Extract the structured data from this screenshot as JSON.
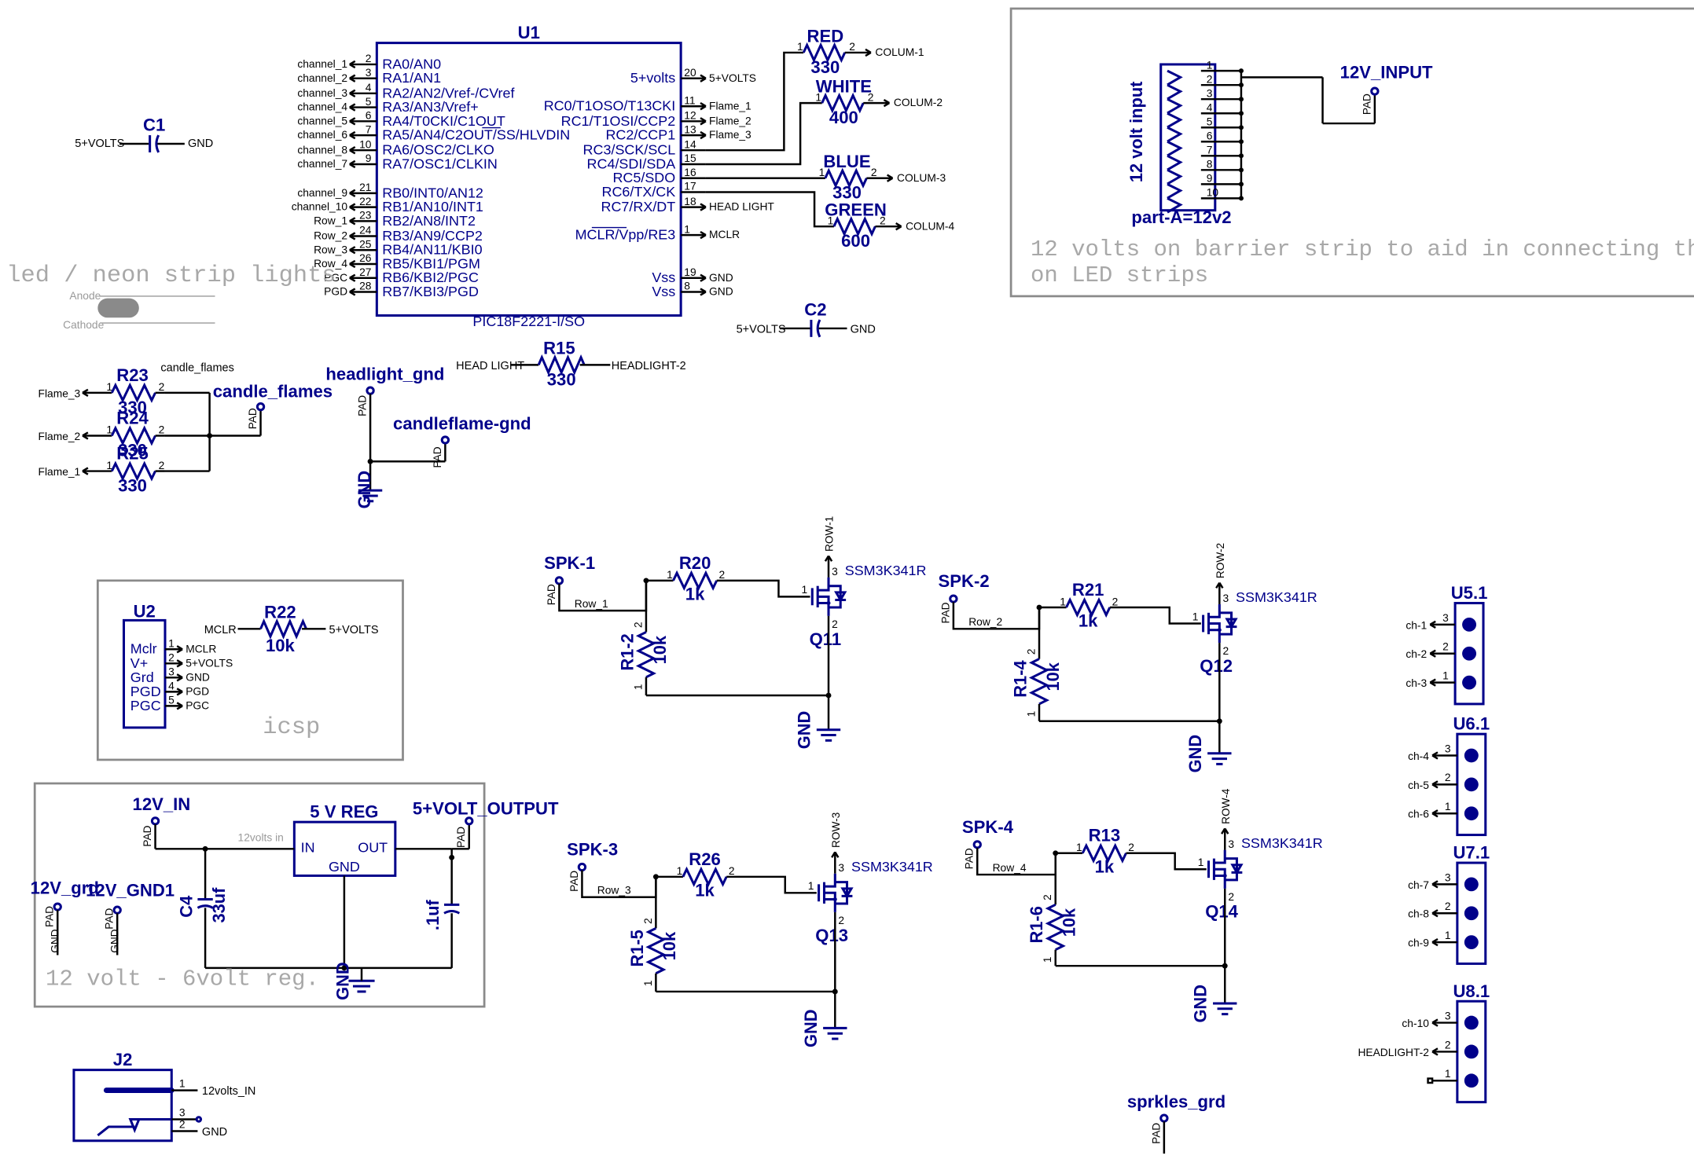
{
  "u1": {
    "ref": "U1",
    "part": "PIC18F2221-I/SO",
    "left_pins": [
      {
        "net": "channel_1",
        "num": "2",
        "fn": "RA0/AN0"
      },
      {
        "net": "channel_2",
        "num": "3",
        "fn": "RA1/AN1"
      },
      {
        "net": "channel_3",
        "num": "4",
        "fn": "RA2/AN2/Vref-/CVref"
      },
      {
        "net": "channel_4",
        "num": "5",
        "fn": "RA3/AN3/Vref+"
      },
      {
        "net": "channel_5",
        "num": "6",
        "fn": "RA4/T0CKI/C1OUT"
      },
      {
        "net": "channel_6",
        "num": "7",
        "fn": "RA5/AN4/C2OUT/SS/HLVDIN"
      },
      {
        "net": "channel_8",
        "num": "10",
        "fn": "RA6/OSC2/CLKO"
      },
      {
        "net": "channel_7",
        "num": "9",
        "fn": "RA7/OSC1/CLKIN"
      },
      {
        "net": "channel_9",
        "num": "21",
        "fn": "RB0/INT0/AN12"
      },
      {
        "net": "channel_10",
        "num": "22",
        "fn": "RB1/AN10/INT1"
      },
      {
        "net": "Row_1",
        "num": "23",
        "fn": "RB2/AN8/INT2"
      },
      {
        "net": "Row_2",
        "num": "24",
        "fn": "RB3/AN9/CCP2"
      },
      {
        "net": "Row_3",
        "num": "25",
        "fn": "RB4/AN11/KBI0"
      },
      {
        "net": "Row_4",
        "num": "26",
        "fn": "RB5/KBI1/PGM"
      },
      {
        "net": "PGC",
        "num": "27",
        "fn": "RB6/KBI2/PGC"
      },
      {
        "net": "PGD",
        "num": "28",
        "fn": "RB7/KBI3/PGD"
      }
    ],
    "right_pins": [
      {
        "fn": "5+volts",
        "num": "20",
        "net": "5+VOLTS"
      },
      {
        "fn": "RC0/T1OSO/T13CKI",
        "num": "11",
        "net": "Flame_1"
      },
      {
        "fn": "RC1/T1OSI/CCP2",
        "num": "12",
        "net": "Flame_2"
      },
      {
        "fn": "RC2/CCP1",
        "num": "13",
        "net": "Flame_3"
      },
      {
        "fn": "RC3/SCK/SCL",
        "num": "14",
        "net": ""
      },
      {
        "fn": "RC4/SDI/SDA",
        "num": "15",
        "net": ""
      },
      {
        "fn": "RC5/SDO",
        "num": "16",
        "net": ""
      },
      {
        "fn": "RC6/TX/CK",
        "num": "17",
        "net": ""
      },
      {
        "fn": "RC7/RX/DT",
        "num": "18",
        "net": "HEAD LIGHT"
      },
      {
        "fn": "MCLR/Vpp/RE3",
        "num": "1",
        "net": "MCLR"
      },
      {
        "fn": "Vss",
        "num": "19",
        "net": "GND"
      },
      {
        "fn": "Vss",
        "num": "8",
        "net": "GND"
      }
    ]
  },
  "colum_resistors": [
    {
      "name": "RED",
      "value": "330",
      "net": "COLUM-1"
    },
    {
      "name": "WHITE",
      "value": "400",
      "net": "COLUM-2"
    },
    {
      "name": "BLUE",
      "value": "330",
      "net": "COLUM-3"
    },
    {
      "name": "GREEN",
      "value": "600",
      "net": "COLUM-4"
    }
  ],
  "c1": {
    "ref": "C1",
    "left": "5+VOLTS",
    "right": "GND"
  },
  "c2": {
    "ref": "C2",
    "left": "5+VOLTS",
    "right": "GND"
  },
  "r15": {
    "ref": "R15",
    "value": "330",
    "left": "HEAD LIGHT",
    "right": "HEADLIGHT-2"
  },
  "led_strip": {
    "title": "led / neon strip lights",
    "anode": "Anode",
    "cathode": "Cathode"
  },
  "candle": {
    "caption": "candle_flames",
    "resistors": [
      {
        "ref": "R23",
        "value": "330",
        "net": "Flame_3"
      },
      {
        "ref": "R24",
        "value": "330",
        "net": "Flame_2"
      },
      {
        "ref": "R25",
        "value": "330",
        "net": "Flame_1"
      }
    ],
    "pad": "candle_flames"
  },
  "pads": {
    "headlight_gnd": "headlight_gnd",
    "candleflame_gnd": "candleflame-gnd",
    "twelve_input": "12V_INPUT",
    "sprkles_grd": "sprkles_grd",
    "twelve_in": "12V_IN",
    "five_out": "5+VOLT_OUTPUT",
    "twelve_grd": "12V_grd",
    "twelve_gnd1": "12V_GND1",
    "pad_text": "PAD",
    "gnd_text": "GND"
  },
  "barrier": {
    "vertical": "12 volt input",
    "part": "part-A=12v2",
    "note_line1": "12 volts on barrier strip to aid in connecting the anodes",
    "note_line2": "on LED strips",
    "pins": [
      "1",
      "2",
      "3",
      "4",
      "5",
      "6",
      "7",
      "8",
      "9",
      "10"
    ]
  },
  "icsp": {
    "ref": "U2",
    "pins": [
      {
        "fn": "Mclr",
        "num": "1",
        "net": "MCLR"
      },
      {
        "fn": "V+",
        "num": "2",
        "net": "5+VOLTS"
      },
      {
        "fn": "Grd",
        "num": "3",
        "net": "GND"
      },
      {
        "fn": "PGD",
        "num": "4",
        "net": "PGD"
      },
      {
        "fn": "PGC",
        "num": "5",
        "net": "PGC"
      }
    ],
    "r22": {
      "ref": "R22",
      "value": "10k",
      "left": "MCLR",
      "right": "5+VOLTS"
    },
    "note": "icsp"
  },
  "regulator": {
    "ref": "5 V REG",
    "in": "IN",
    "out": "OUT",
    "gnd": "GND",
    "input_note": "12volts in",
    "c4": {
      "ref": "C4",
      "value": "33uf"
    },
    "c_out": {
      "value": ".1uf"
    },
    "note": "12 volt - 6volt reg."
  },
  "j2": {
    "ref": "J2",
    "nets": [
      "12volts_IN",
      "",
      "GND"
    ]
  },
  "drivers": [
    {
      "spk": "SPK-1",
      "row": "Row_1",
      "r": "R20",
      "rv": "1k",
      "rb": "R1-2",
      "rbv": "10k",
      "q": "Q11",
      "part": "SSM3K341R",
      "out": "ROW-1"
    },
    {
      "spk": "SPK-2",
      "row": "Row_2",
      "r": "R21",
      "rv": "1k",
      "rb": "R1-4",
      "rbv": "10k",
      "q": "Q12",
      "part": "SSM3K341R",
      "out": "ROW-2"
    },
    {
      "spk": "SPK-3",
      "row": "Row_3",
      "r": "R26",
      "rv": "1k",
      "rb": "R1-5",
      "rbv": "10k",
      "q": "Q13",
      "part": "SSM3K341R",
      "out": "ROW-3"
    },
    {
      "spk": "SPK-4",
      "row": "Row_4",
      "r": "R13",
      "rv": "1k",
      "rb": "R1-6",
      "rbv": "10k",
      "q": "Q14",
      "part": "SSM3K341R",
      "out": "ROW-4"
    }
  ],
  "headers": [
    {
      "ref": "U5.1",
      "nets": [
        "ch-1",
        "ch-2",
        "ch-3"
      ]
    },
    {
      "ref": "U6.1",
      "nets": [
        "ch-4",
        "ch-5",
        "ch-6"
      ]
    },
    {
      "ref": "U7.1",
      "nets": [
        "ch-7",
        "ch-8",
        "ch-9"
      ]
    },
    {
      "ref": "U8.1",
      "nets": [
        "ch-10",
        "HEADLIGHT-2",
        ""
      ]
    }
  ]
}
